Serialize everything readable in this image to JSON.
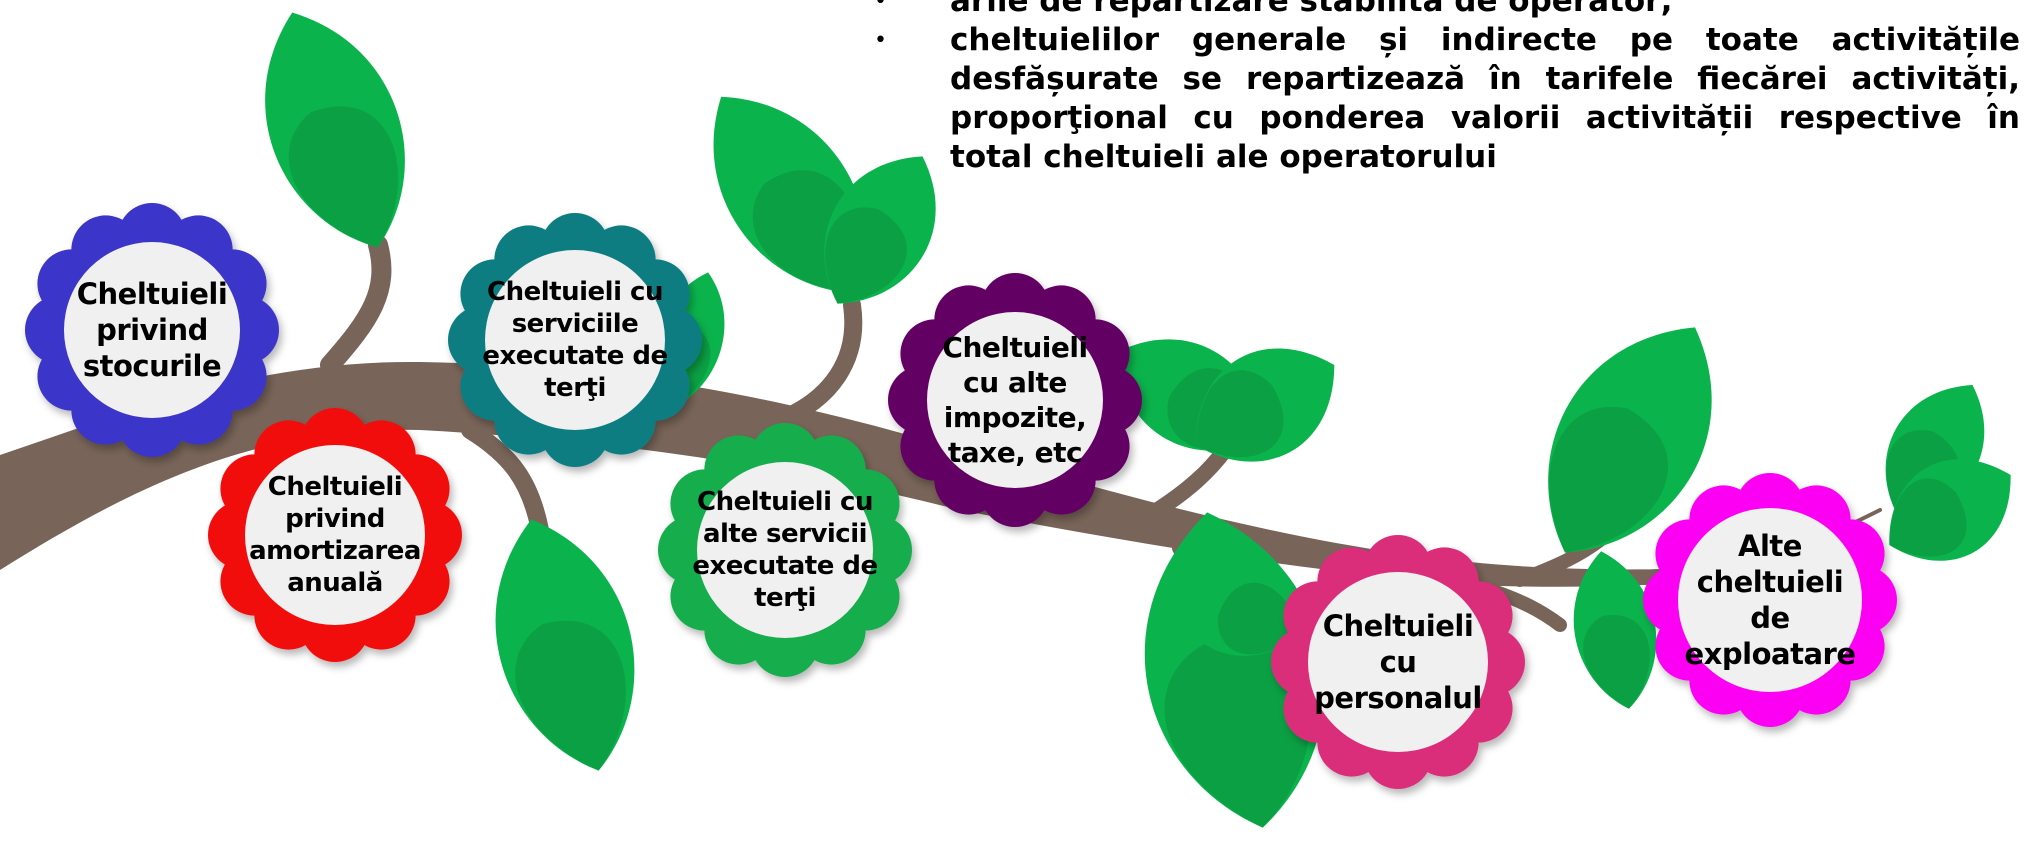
{
  "text_items": [
    "ările de repartizare stabilită de operator;",
    "cheltuielilor generale și indirecte pe toate activitățile desfășurate se repartizează în tarifele fiecărei activități, proporţional cu ponderea valorii activității respective în total cheltuieli ale operatorului"
  ],
  "flowers": [
    {
      "label": "Cheltuieli privind stocurile",
      "color": "#3a35c9"
    },
    {
      "label": "Cheltuieli privind amortizarea anuală",
      "color": "#f2100c"
    },
    {
      "label": "Cheltuieli cu serviciile executate de terţi",
      "color": "#0f7d82"
    },
    {
      "label": "Cheltuieli cu alte servicii executate de terţi",
      "color": "#17ad4e"
    },
    {
      "label": "Cheltuieli cu alte impozite, taxe, etc",
      "color": "#640064"
    },
    {
      "label": "Cheltuieli cu personalul",
      "color": "#db2d7a"
    },
    {
      "label": "Alte cheltuieli de exploatare",
      "color": "#fb00f2"
    }
  ],
  "colors": {
    "branch": "#786458",
    "leaf_dark": "#0d8f3e",
    "leaf_light": "#0bb34c",
    "flower_center": "#f0f0f0"
  }
}
